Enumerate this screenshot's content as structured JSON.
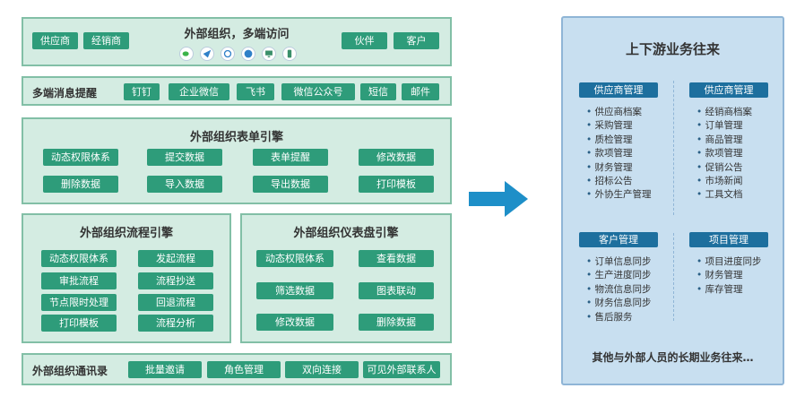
{
  "top": {
    "title": "外部组织，多端访问",
    "left_chips": [
      "供应商",
      "经销商"
    ],
    "right_chips": [
      "伙伴",
      "客户"
    ],
    "icons": [
      "wechat-icon",
      "send-icon",
      "chat-icon",
      "compass-icon",
      "monitor-icon",
      "mobile-icon"
    ]
  },
  "notify": {
    "label": "多端消息提醒",
    "chips": [
      "钉钉",
      "企业微信",
      "飞书",
      "微信公众号",
      "短信",
      "邮件"
    ]
  },
  "form_engine": {
    "title": "外部组织表单引擎",
    "chips": [
      "动态权限体系",
      "提交数据",
      "表单提醒",
      "修改数据",
      "删除数据",
      "导入数据",
      "导出数据",
      "打印模板"
    ]
  },
  "flow_engine": {
    "title": "外部组织流程引擎",
    "chips": [
      "动态权限体系",
      "发起流程",
      "审批流程",
      "流程抄送",
      "节点限时处理",
      "回退流程",
      "打印模板",
      "流程分析"
    ]
  },
  "dashboard_engine": {
    "title": "外部组织仪表盘引擎",
    "chips": [
      "动态权限体系",
      "查看数据",
      "筛选数据",
      "图表联动",
      "修改数据",
      "删除数据"
    ]
  },
  "contacts": {
    "label": "外部组织通讯录",
    "chips": [
      "批量邀请",
      "角色管理",
      "双向连接",
      "可见外部联系人"
    ]
  },
  "right_panel": {
    "title": "上下游业务往来",
    "groups": [
      {
        "header": "供应商管理",
        "items": [
          "供应商档案",
          "采购管理",
          "质检管理",
          "款项管理",
          "财务管理",
          "招标公告",
          "外协生产管理"
        ]
      },
      {
        "header": "供应商管理",
        "items": [
          "经销商档案",
          "订单管理",
          "商品管理",
          "款项管理",
          "促销公告",
          "市场新闻",
          "工具文档"
        ]
      },
      {
        "header": "客户管理",
        "items": [
          "订单信息同步",
          "生产进度同步",
          "物流信息同步",
          "财务信息同步",
          "售后服务"
        ]
      },
      {
        "header": "项目管理",
        "items": [
          "项目进度同步",
          "财务管理",
          "库存管理"
        ]
      }
    ],
    "footer": "其他与外部人员的长期业务往来…"
  },
  "colors": {
    "panel_bg": "#d4ece2",
    "chip": "#2e9c7a",
    "arrow": "#1e8fc8",
    "right_bg": "#c8dff0",
    "header": "#1d6f9e"
  }
}
